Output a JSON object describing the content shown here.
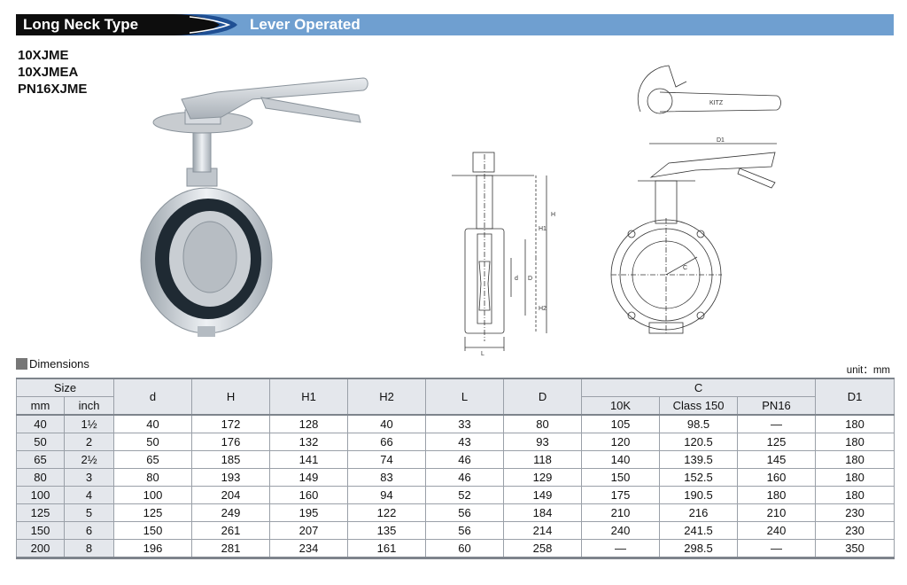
{
  "header": {
    "left_title": "Long Neck Type",
    "right_title": "Lever Operated"
  },
  "models": [
    "10XJME",
    "10XJMEA",
    "PN16XJME"
  ],
  "drawing_labels": {
    "side_h": "H",
    "side_h1": "H1",
    "side_h2": "H2",
    "side_d_small": "d",
    "side_d_big": "D",
    "side_l": "L",
    "front_d1": "D1",
    "front_c": "C",
    "lever_mark": "KITZ"
  },
  "dimensions": {
    "title": "Dimensions",
    "unit": "unit：mm",
    "headers": {
      "size": "Size",
      "mm": "mm",
      "inch": "inch",
      "d": "d",
      "H": "H",
      "H1": "H1",
      "H2": "H2",
      "L": "L",
      "D": "D",
      "C": "C",
      "c10k": "10K",
      "class150": "Class 150",
      "pn16": "PN16",
      "D1": "D1"
    },
    "rows": [
      {
        "mm": "40",
        "inch": "1½",
        "d": "40",
        "H": "172",
        "H1": "128",
        "H2": "40",
        "L": "33",
        "D": "80",
        "c10k": "105",
        "class150": "98.5",
        "pn16": "—",
        "D1": "180"
      },
      {
        "mm": "50",
        "inch": "2",
        "d": "50",
        "H": "176",
        "H1": "132",
        "H2": "66",
        "L": "43",
        "D": "93",
        "c10k": "120",
        "class150": "120.5",
        "pn16": "125",
        "D1": "180"
      },
      {
        "mm": "65",
        "inch": "2½",
        "d": "65",
        "H": "185",
        "H1": "141",
        "H2": "74",
        "L": "46",
        "D": "118",
        "c10k": "140",
        "class150": "139.5",
        "pn16": "145",
        "D1": "180"
      },
      {
        "mm": "80",
        "inch": "3",
        "d": "80",
        "H": "193",
        "H1": "149",
        "H2": "83",
        "L": "46",
        "D": "129",
        "c10k": "150",
        "class150": "152.5",
        "pn16": "160",
        "D1": "180"
      },
      {
        "mm": "100",
        "inch": "4",
        "d": "100",
        "H": "204",
        "H1": "160",
        "H2": "94",
        "L": "52",
        "D": "149",
        "c10k": "175",
        "class150": "190.5",
        "pn16": "180",
        "D1": "180"
      },
      {
        "mm": "125",
        "inch": "5",
        "d": "125",
        "H": "249",
        "H1": "195",
        "H2": "122",
        "L": "56",
        "D": "184",
        "c10k": "210",
        "class150": "216",
        "pn16": "210",
        "D1": "230"
      },
      {
        "mm": "150",
        "inch": "6",
        "d": "150",
        "H": "261",
        "H1": "207",
        "H2": "135",
        "L": "56",
        "D": "214",
        "c10k": "240",
        "class150": "241.5",
        "pn16": "240",
        "D1": "230"
      },
      {
        "mm": "200",
        "inch": "8",
        "d": "196",
        "H": "281",
        "H1": "234",
        "H2": "161",
        "L": "60",
        "D": "258",
        "c10k": "—",
        "class150": "298.5",
        "pn16": "—",
        "D1": "350"
      }
    ]
  }
}
